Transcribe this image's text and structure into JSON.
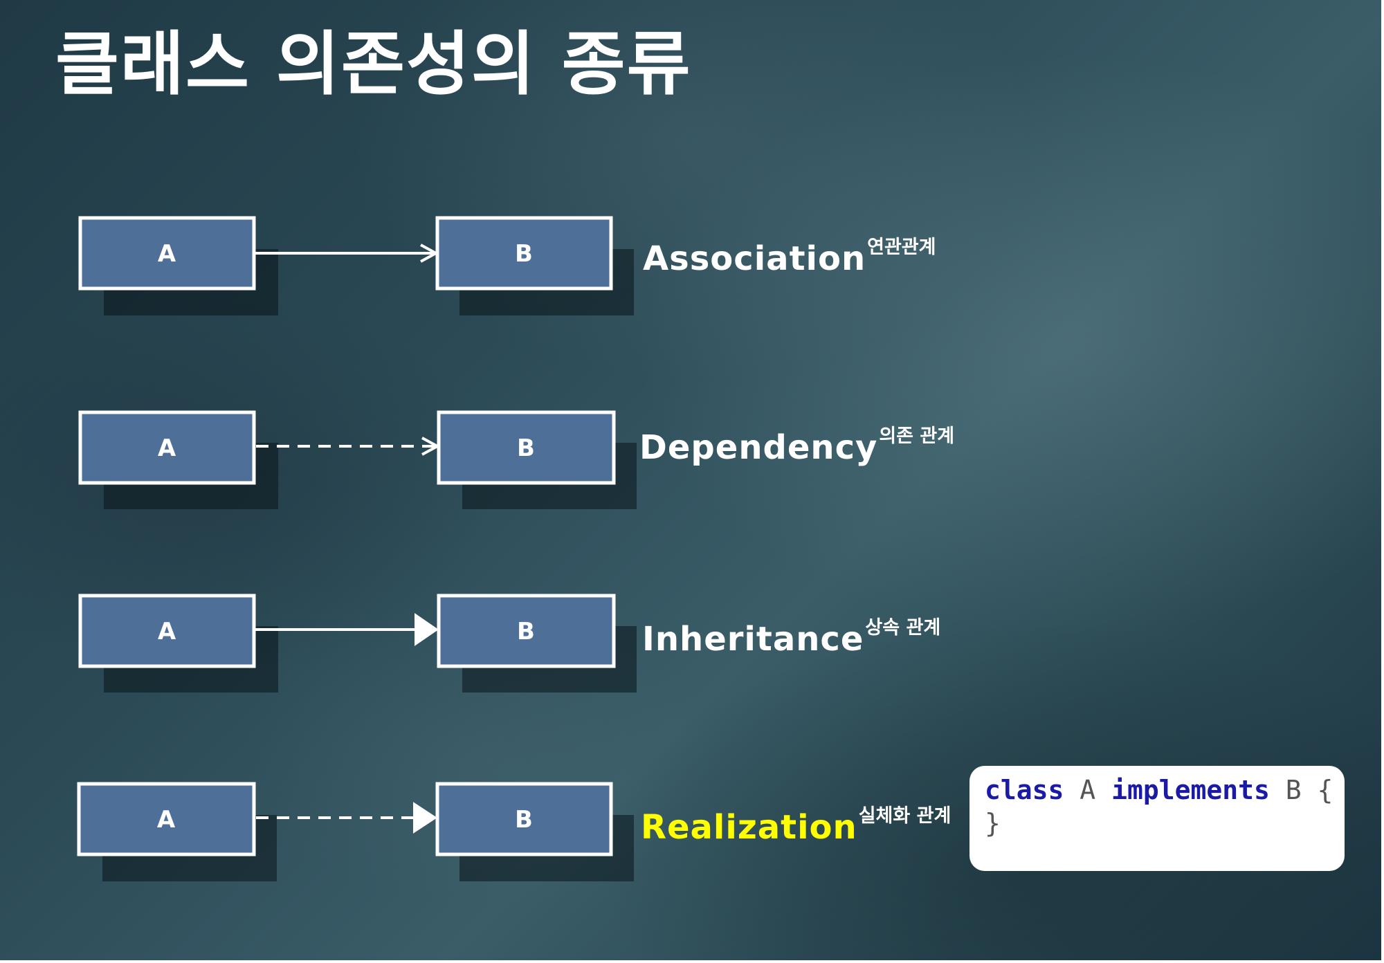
{
  "title": "클래스 의존성의 종류",
  "relations": [
    {
      "id": "association",
      "source": "A",
      "target": "B",
      "line": "solid",
      "arrowhead": "open",
      "label": "Association",
      "label_ko": "연관관계",
      "label_color": "#ffffff"
    },
    {
      "id": "dependency",
      "source": "A",
      "target": "B",
      "line": "dashed",
      "arrowhead": "open",
      "label": "Dependency",
      "label_ko": "의존 관계",
      "label_color": "#ffffff"
    },
    {
      "id": "inheritance",
      "source": "A",
      "target": "B",
      "line": "solid",
      "arrowhead": "hollow-triangle",
      "label": "Inheritance",
      "label_ko": "상속 관계",
      "label_color": "#ffffff"
    },
    {
      "id": "realization",
      "source": "A",
      "target": "B",
      "line": "dashed",
      "arrowhead": "hollow-triangle",
      "label": "Realization",
      "label_ko": "실체화 관계",
      "label_color": "#ffff00"
    }
  ],
  "code_example": {
    "keyword1": "class",
    "class_name": "A",
    "keyword2": "implements",
    "interface_name": "B",
    "open_brace": "{",
    "close_brace": "}"
  },
  "colors": {
    "box_fill": "#4e6f98",
    "box_stroke": "#ffffff",
    "highlight": "#ffff00",
    "code_keyword": "#1a1aa6"
  }
}
